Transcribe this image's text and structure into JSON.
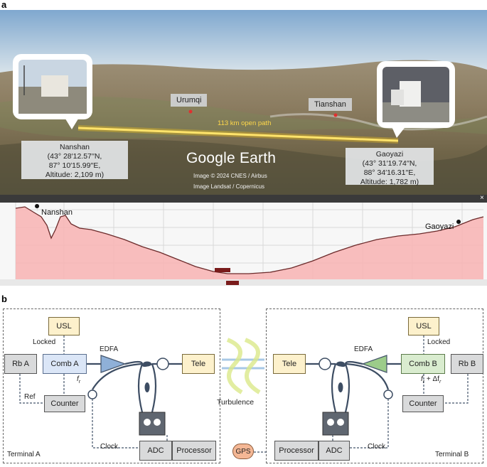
{
  "panel_a": {
    "letter": "a",
    "path_label": "113 km open path",
    "brand": "Google Earth",
    "credit1": "Image © 2024 CNES / Airbus",
    "credit2": "Image Landsat / Copernicus",
    "cities": {
      "urumqi": "Urumqi",
      "tianshan": "Tianshan"
    },
    "nanshan_box": [
      "Nanshan",
      "(43° 28′12.57′′N,",
      "87° 10′15.99′′E,",
      "Altitude: 2,109 m)"
    ],
    "gaoyazi_box": [
      "Gaoyazi",
      "(43° 31′19.74′′N,",
      "88° 34′16.31′′E,",
      "Altitude: 1,782 m)"
    ],
    "profile_left": "Nanshan",
    "profile_right": "Gaoyazi",
    "close_glyph": "×"
  },
  "panel_b": {
    "letter": "b",
    "terminal_a": "Terminal A",
    "terminal_b": "Terminal B",
    "usl": "USL",
    "locked": "Locked",
    "comb_a": "Comb A",
    "comb_b": "Comb B",
    "rb_a": "Rb A",
    "rb_b": "Rb B",
    "edfa": "EDFA",
    "tele": "Tele",
    "counter": "Counter",
    "adc": "ADC",
    "processor": "Processor",
    "gps": "GPS",
    "clock": "Clock",
    "ref": "Ref",
    "fr": "f",
    "fr_sub": "r",
    "fr_b": "f",
    "fr_b_sub": "r",
    "fr_b_rest": " + Δf",
    "fr_b_sub2": "r",
    "turbulence": "Turbulence"
  },
  "colors": {
    "path": "#f5c518",
    "profile_fill": "#f7b6b6",
    "profile_line": "#6b2a2a",
    "yellow_block": "#fdf1cc",
    "blue_block": "#dbe6f7",
    "green_block": "#d9eccf",
    "gray_block": "#d9dadb",
    "gps": "#f4b795"
  }
}
